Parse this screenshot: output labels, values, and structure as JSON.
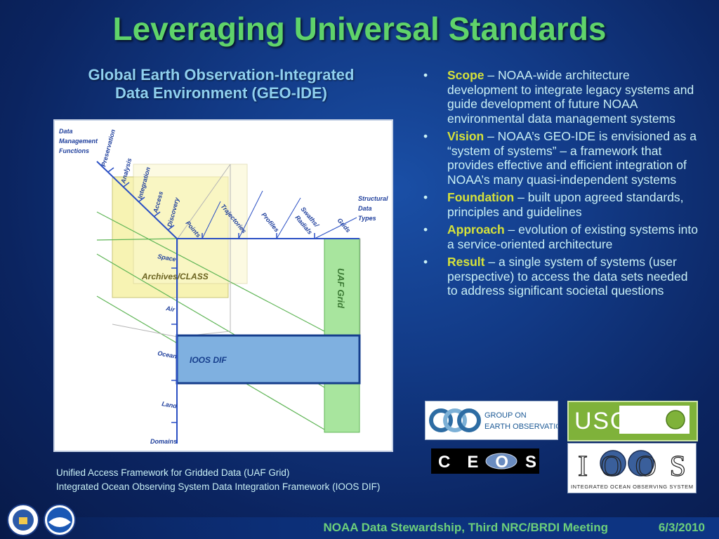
{
  "slide": {
    "title": "Leveraging Universal Standards",
    "subtitle_line1": "Global Earth Observation-Integrated",
    "subtitle_line2": "Data Environment (GEO-IDE)"
  },
  "diagram": {
    "top_left_label": [
      "Data",
      "Management",
      "Functions"
    ],
    "functions": [
      "Preservation",
      "Analysis",
      "Integration",
      "Access",
      "Discovery"
    ],
    "structural_label": [
      "Structural",
      "Data",
      "Types"
    ],
    "data_types": [
      "Points",
      "Trajectories",
      "Profiles",
      "Swaths/",
      "Radials",
      "Grids"
    ],
    "domains": [
      "Space",
      "Air",
      "Ocean",
      "Land",
      "Domains"
    ],
    "archives_label": "Archives/CLASS",
    "uaf_label": "UAF Grid",
    "ioos_label": "IOOS DIF",
    "colors": {
      "archives": "#f7f3b3",
      "uaf": "#a8e59e",
      "ioos": "#7fb0e0",
      "lines": "#2a4fc4"
    }
  },
  "bullets": [
    {
      "term": "Scope",
      "text": " – NOAA-wide architecture development to integrate legacy systems and guide development of future NOAA environmental data management systems"
    },
    {
      "term": "Vision",
      "text": " – NOAA’s GEO-IDE is envisioned as a “system of systems” – a framework that provides effective and efficient integration of NOAA’s many quasi-independent systems"
    },
    {
      "term": "Foundation",
      "text": " – built upon agreed standards, principles and guidelines"
    },
    {
      "term": "Approach",
      "text": " – evolution of existing systems into a service-oriented architecture"
    },
    {
      "term": "Result",
      "text": " – a single system of systems (user perspective) to access the data sets needed to address significant societal questions"
    }
  ],
  "captions": {
    "line1": "Unified Access Framework for Gridded Data (UAF Grid)",
    "line2": "Integrated Ocean Observing System Data Integration Framework (IOOS DIF)"
  },
  "logos": {
    "geo_line1": "GROUP ON",
    "geo_line2": "EARTH OBSERVATIONS",
    "usgeo": "USGEO",
    "ceos": "CEOS",
    "ioos_big": "IOOS",
    "ioos_small": "INTEGRATED OCEAN OBSERVING SYSTEM"
  },
  "footer": {
    "meeting": "NOAA Data Stewardship, Third NRC/BRDI Meeting",
    "date": "6/3/2010"
  }
}
